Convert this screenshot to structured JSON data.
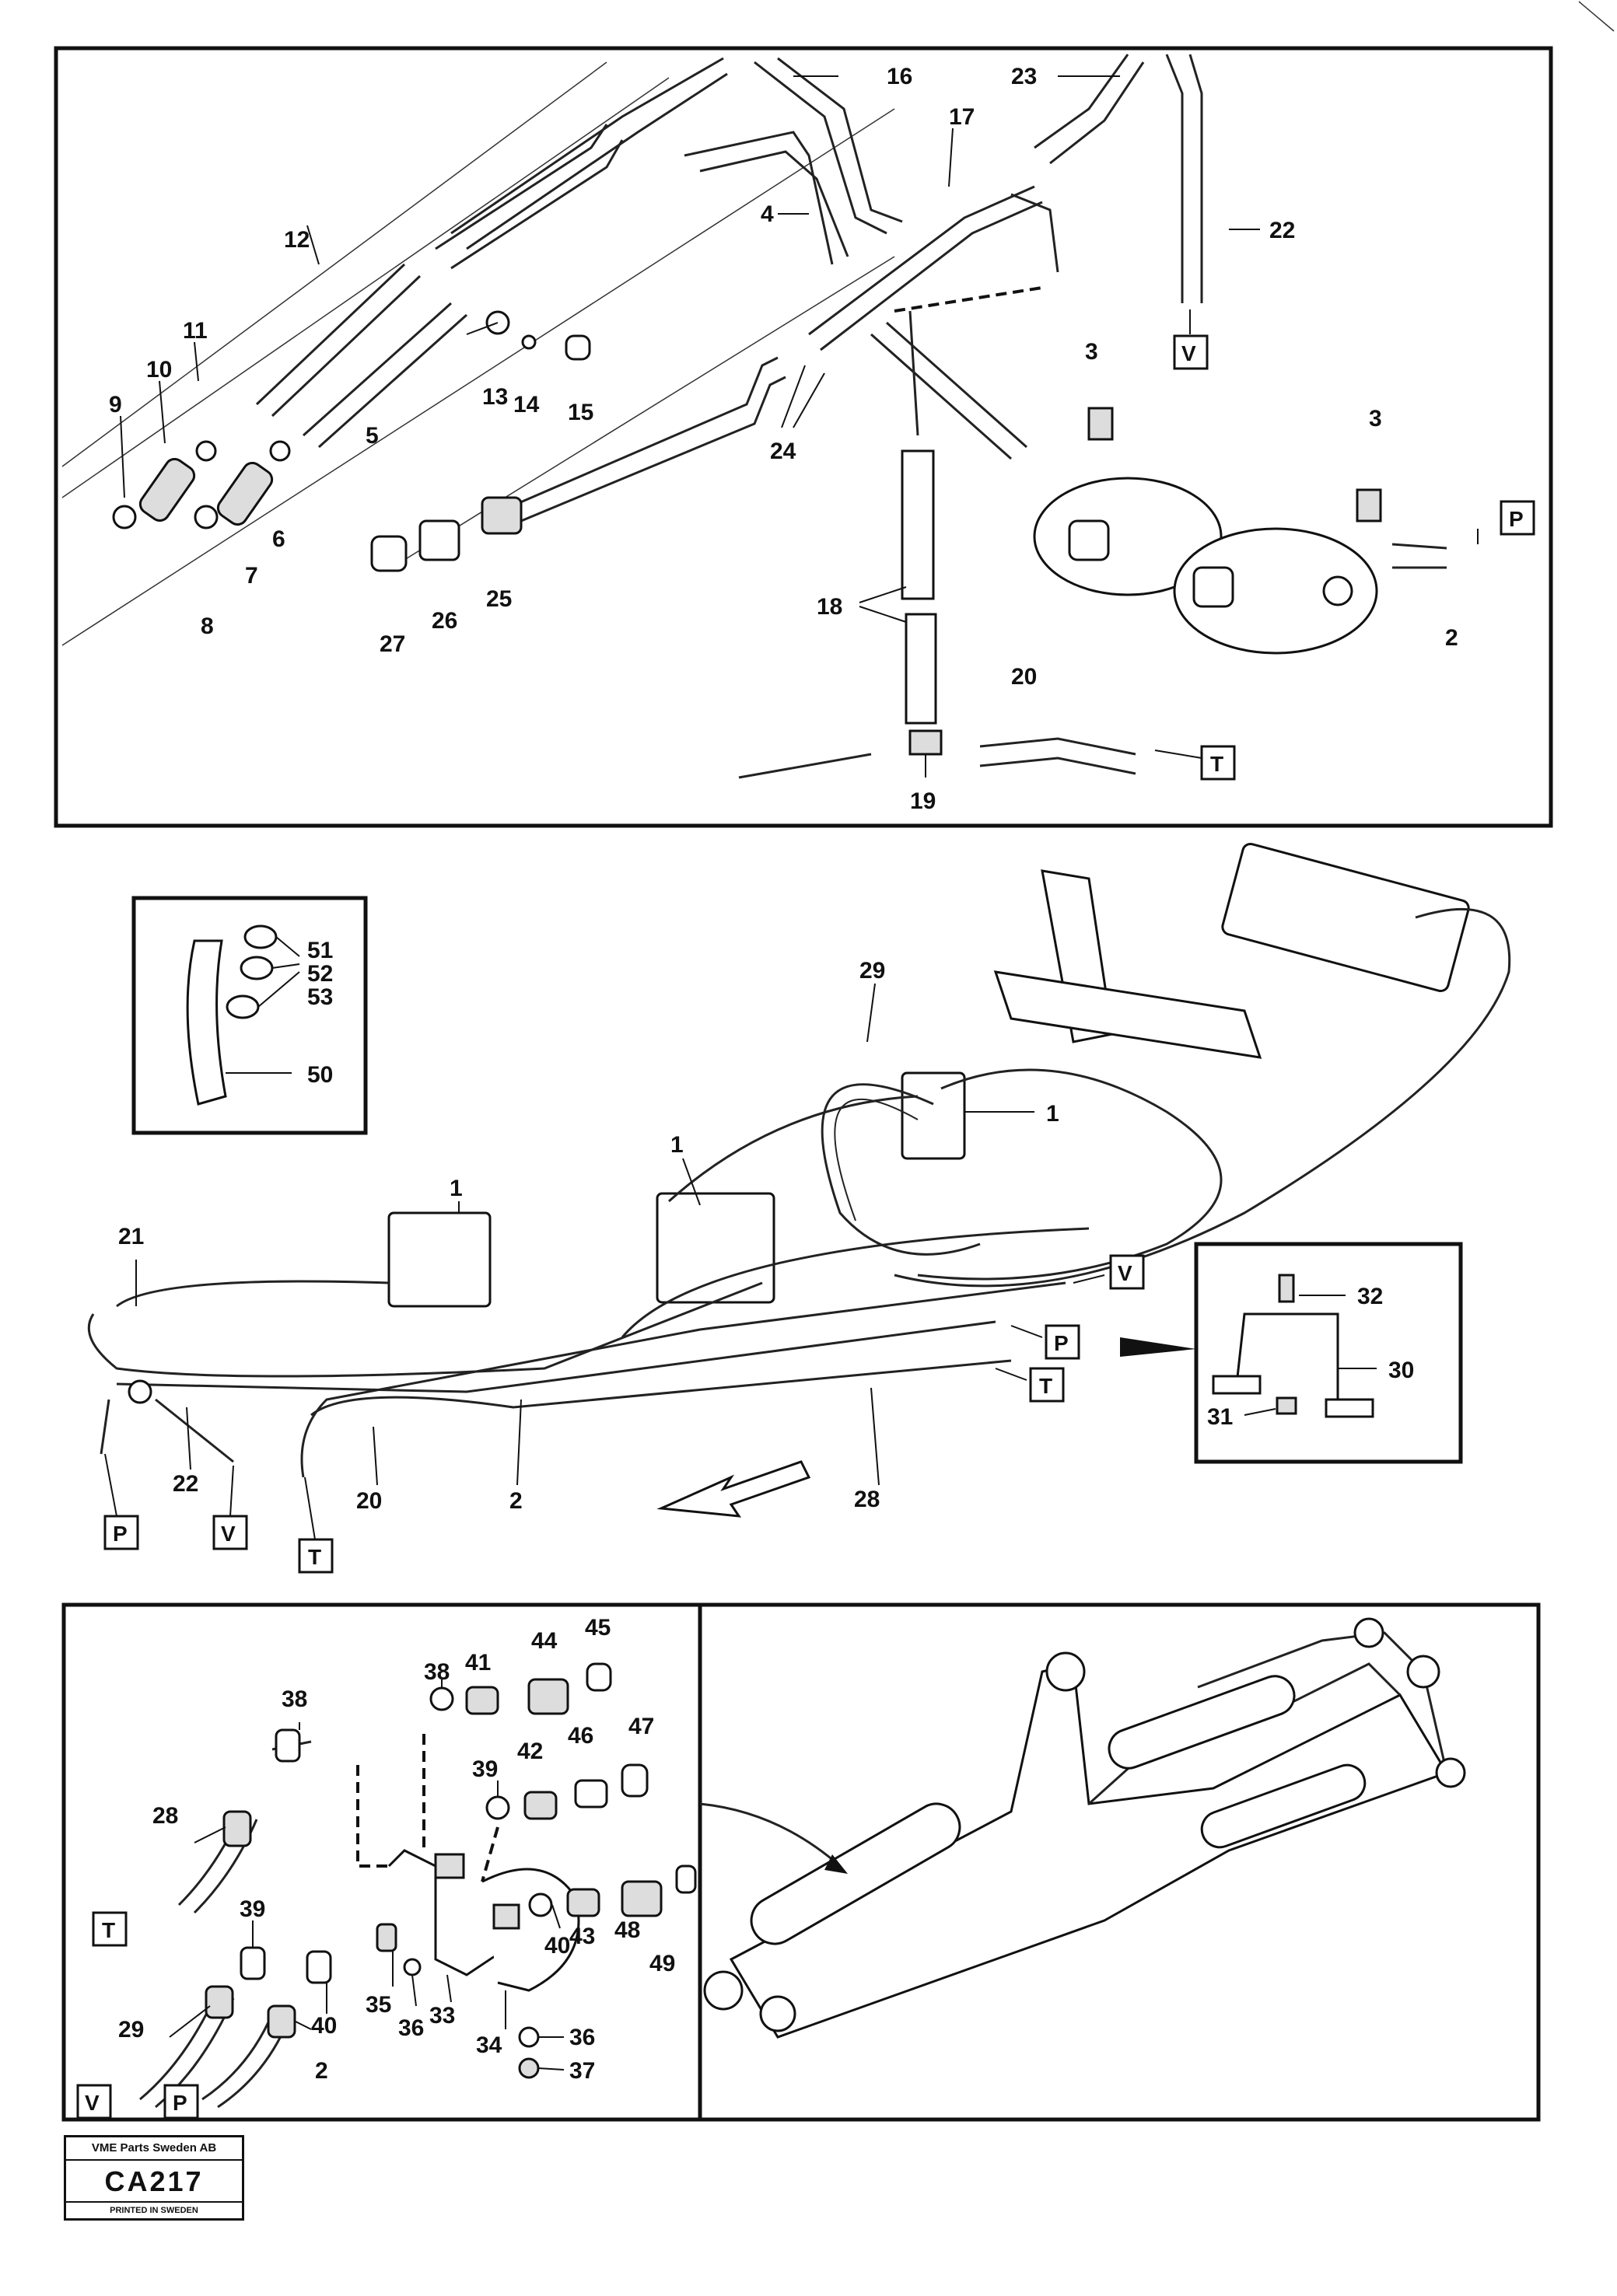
{
  "callouts": {
    "n1": "1",
    "n2": "2",
    "n3": "3",
    "n4": "4",
    "n5": "5",
    "n6": "6",
    "n7": "7",
    "n8": "8",
    "n9": "9",
    "n10": "10",
    "n11": "11",
    "n12": "12",
    "n13": "13",
    "n14": "14",
    "n15": "15",
    "n16": "16",
    "n17": "17",
    "n18": "18",
    "n19": "19",
    "n20": "20",
    "n21": "21",
    "n22": "22",
    "n23": "23",
    "n24": "24",
    "n25": "25",
    "n26": "26",
    "n27": "27",
    "n28": "28",
    "n29": "29",
    "n30": "30",
    "n31": "31",
    "n32": "32",
    "n33": "33",
    "n34": "34",
    "n35": "35",
    "n36": "36",
    "n37": "37",
    "n38": "38",
    "n39": "39",
    "n40": "40",
    "n41": "41",
    "n42": "42",
    "n43": "43",
    "n44": "44",
    "n45": "45",
    "n46": "46",
    "n47": "47",
    "n48": "48",
    "n49": "49",
    "n50": "50",
    "n51": "51",
    "n52": "52",
    "n53": "53"
  },
  "port_markers": {
    "v": "V",
    "p": "P",
    "t": "T"
  },
  "title_block": {
    "company": "VME Parts Sweden AB",
    "code": "CA217",
    "printed": "PRINTED IN SWEDEN"
  }
}
